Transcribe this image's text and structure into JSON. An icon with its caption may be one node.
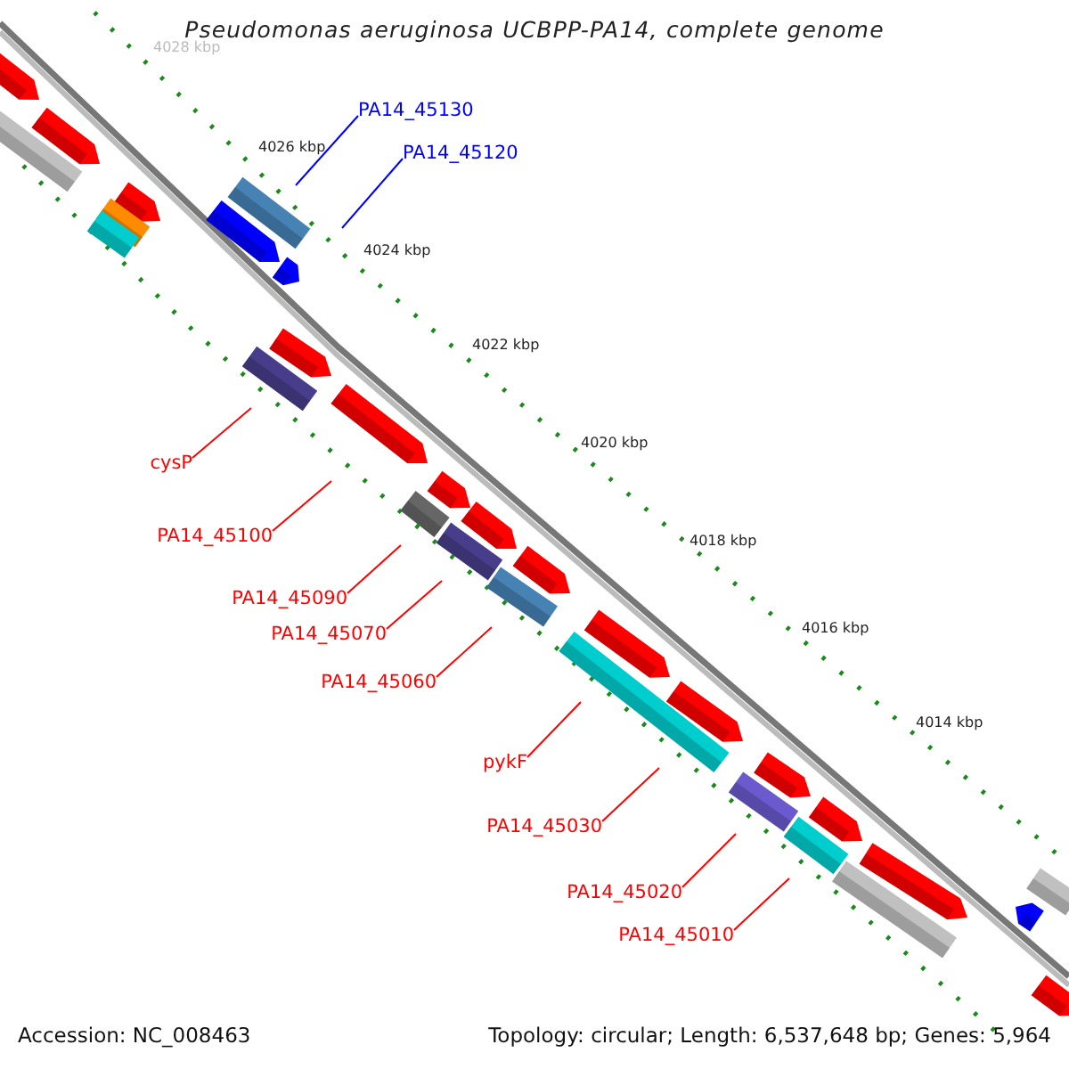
{
  "diagram": {
    "title": "Pseudomonas aeruginosa UCBPP-PA14, complete genome",
    "nodes": [
      {
        "text": [
          "PA14_45130"
        ]
      },
      {
        "text": [
          "PA14_45120"
        ]
      },
      {
        "text": [
          "cysP"
        ]
      },
      {
        "text": [
          "PA14_45100"
        ]
      },
      {
        "text": [
          "PA14_45090"
        ]
      },
      {
        "text": [
          "PA14_45070"
        ]
      },
      {
        "text": [
          "PA14_45060"
        ]
      },
      {
        "text": [
          "pykF"
        ]
      },
      {
        "text": [
          "PA14_45030"
        ]
      },
      {
        "text": [
          "PA14_45020"
        ]
      },
      {
        "text": [
          "PA14_45010"
        ]
      }
    ],
    "edges": [
      {
        "from": 0,
        "to": null,
        "arrow": "none",
        "color": "#0000ff"
      },
      {
        "from": 1,
        "to": null,
        "arrow": "none",
        "color": "#0000ff"
      },
      {
        "from": 2,
        "to": null,
        "arrow": "none"
      },
      {
        "from": 3,
        "to": null,
        "arrow": "none"
      },
      {
        "from": 4,
        "to": null,
        "arrow": "none"
      },
      {
        "from": 5,
        "to": null,
        "arrow": "none"
      },
      {
        "from": 6,
        "to": null,
        "arrow": "none"
      },
      {
        "from": 7,
        "to": null,
        "arrow": "none"
      },
      {
        "from": 8,
        "to": null,
        "arrow": "none"
      },
      {
        "from": 9,
        "to": null,
        "arrow": "none"
      },
      {
        "from": 10,
        "to": null,
        "arrow": "none"
      }
    ],
    "labels": [
      "4028 kbp",
      "4026 kbp",
      "4024 kbp",
      "4022 kbp",
      "4020 kbp",
      "4018 kbp",
      "4016 kbp",
      "4014 kbp",
      "Accession: NC_008463",
      "Topology: circular; Length: 6,537,648 bp; Genes: 5,964"
    ]
  }
}
